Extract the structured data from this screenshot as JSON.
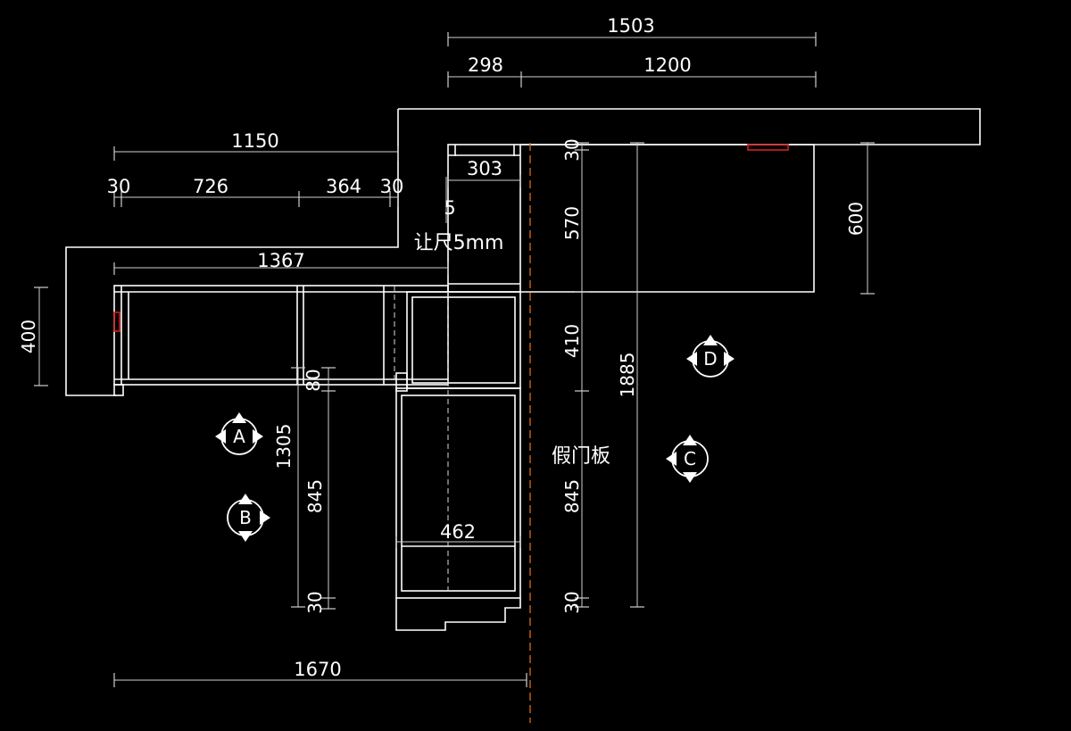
{
  "dimensions": {
    "top_total": "1503",
    "top_left": "298",
    "top_right": "1200",
    "left_total": "1150",
    "left_30a": "30",
    "left_726": "726",
    "left_364": "364",
    "left_30b": "30",
    "inner_303": "303",
    "inner_5": "5",
    "left_depth": "400",
    "cabinet_1367": "1367",
    "v_30_top": "30",
    "v_570": "570",
    "v_410": "410",
    "v_845_right": "845",
    "v_30_right": "30",
    "v_1885": "1885",
    "v_600": "600",
    "v_80": "80",
    "v_1305": "1305",
    "v_845_left": "845",
    "v_30_left": "30",
    "inner_462": "462",
    "bottom_1670": "1670"
  },
  "notes": {
    "clearance": "让尺5mm",
    "fake_panel": "假门板"
  },
  "markers": {
    "A": "A",
    "B": "B",
    "C": "C",
    "D": "D"
  },
  "colors": {
    "background": "#000000",
    "lines": "#ffffff",
    "center_line": "#c8651b",
    "hardware": "#d21e1e"
  }
}
